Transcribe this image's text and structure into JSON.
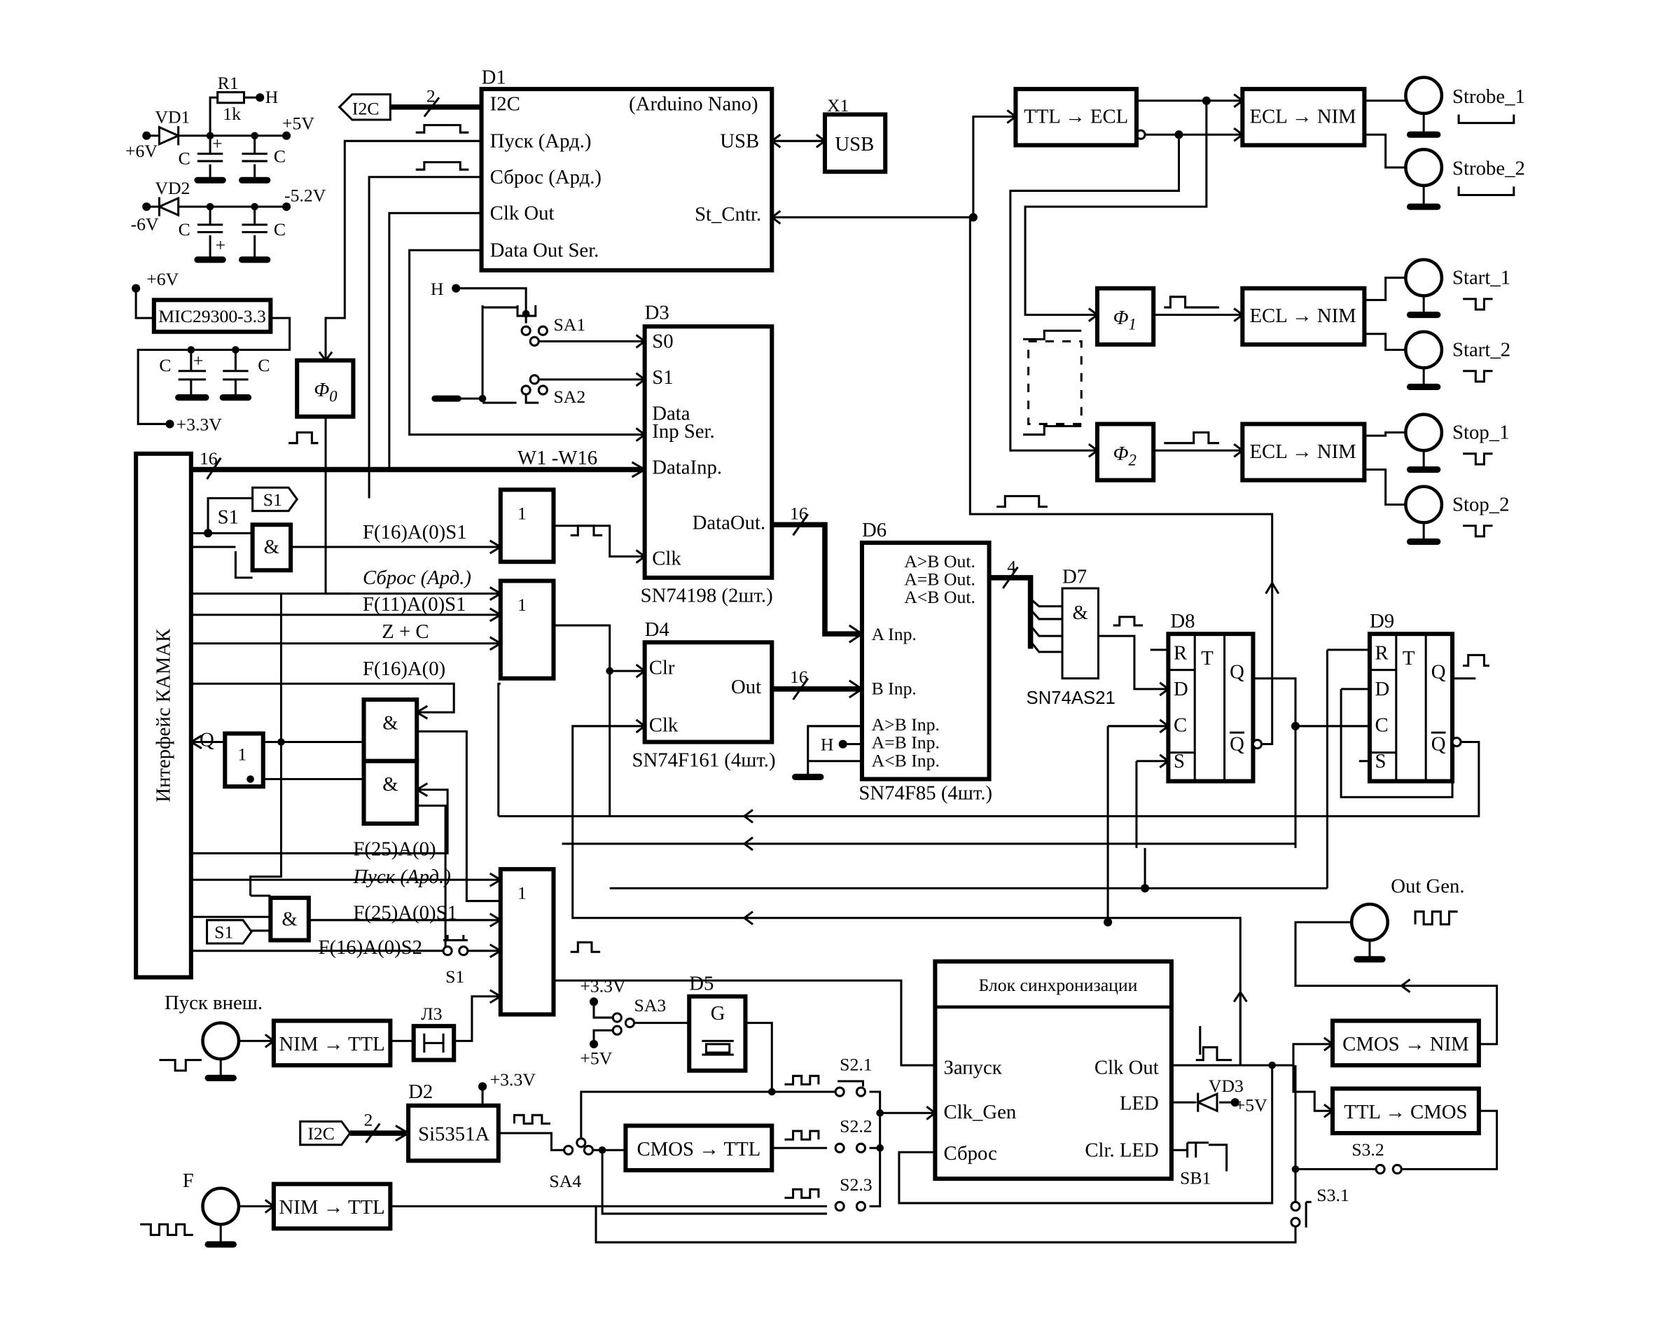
{
  "power": {
    "r1": "R1",
    "r1_value": "1k",
    "h": "H",
    "vd1": "VD1",
    "vd1_in": "+6V",
    "vd1_out": "+5V",
    "vd2": "VD2",
    "vd2_in": "-6V",
    "vd2_out": "-5.2V",
    "cap": "C",
    "plus": "+",
    "reg_in": "+6V",
    "regulator": "MIC29300-3.3",
    "reg_out": "+3.3V"
  },
  "d1": {
    "ref": "D1",
    "i2c": "I2C",
    "model": "(Arduino Nano)",
    "pusk": "Пуск (Ард.)",
    "usb": "USB",
    "sbros": "Сброс (Ард.)",
    "clk_out": "Clk Out",
    "st_cntr": "St_Cntr.",
    "data_out_ser": "Data Out Ser.",
    "i2c_tag": "I2C",
    "bus_width": "2"
  },
  "x1": {
    "ref": "X1",
    "label": "USB"
  },
  "phi0": {
    "label": "Φ",
    "sub": "0"
  },
  "d3": {
    "ref": "D3",
    "s0": "S0",
    "s1": "S1",
    "data": "Data",
    "inp_ser": "Inp Ser.",
    "data_inp": "DataInp.",
    "data_out": "DataOut.",
    "clk": "Clk",
    "part": "SN74198 (2шт.)",
    "sa1": "SA1",
    "sa2": "SA2",
    "h": "H",
    "bus_label": "W1 -W16",
    "bus_width": "16",
    "out_width": "16"
  },
  "kamak": {
    "title": "Интерфейс  КАМАК",
    "bus_width": "16",
    "s1_tag": "S1",
    "s1": "S1",
    "and": "&",
    "or": "1",
    "f16a0s1": "F(16)A(0)S1",
    "sbros_ard": "Сброс (Ард.)",
    "f11a0s1": "F(11)A(0)S1",
    "zc": "Z + C",
    "f16a0": "F(16)A(0)",
    "q": "Q",
    "f25a0": "F(25)A(0)",
    "pusk_ard": "Пуск (Ард.)",
    "f25a0s1": "F(25)A(0)S1",
    "f16a0s2": "F(16)A(0)S2",
    "s1_switch": "S1",
    "s1_tag2": "S1"
  },
  "d4": {
    "ref": "D4",
    "clr": "Clr",
    "out": "Out",
    "clk": "Clk",
    "part": "SN74F161 (4шт.)",
    "out_width": "16"
  },
  "d6": {
    "ref": "D6",
    "agb_out": "A>B Out.",
    "aeb_out": "A=B Out.",
    "alb_out": "A<B Out.",
    "a_inp": "A Inp.",
    "b_inp": "B Inp.",
    "agb_inp": "A>B Inp.",
    "aeb_inp": "A=B Inp.",
    "alb_inp": "A<B Inp.",
    "part": "SN74F85 (4шт.)",
    "h": "H",
    "out_width": "4"
  },
  "d7": {
    "ref": "D7",
    "and": "&",
    "part": "SN74AS21"
  },
  "d8": {
    "ref": "D8",
    "r": "R",
    "t": "T",
    "d": "D",
    "c": "C",
    "s": "S",
    "q": "Q",
    "qn": "Q"
  },
  "d9": {
    "ref": "D9",
    "r": "R",
    "t": "T",
    "d": "D",
    "c": "C",
    "s": "S",
    "q": "Q",
    "qn": "Q"
  },
  "outputs": {
    "ttl_ecl": "TTL → ECL",
    "ecl_nim": "ECL → NIM",
    "phi1": "Φ",
    "phi1_sub": "1",
    "phi2": "Φ",
    "phi2_sub": "2",
    "strobe1": "Strobe_1",
    "strobe2": "Strobe_2",
    "start1": "Start_1",
    "start2": "Start_2",
    "stop1": "Stop_1",
    "stop2": "Stop_2"
  },
  "sync": {
    "title": "Блок синхронизации",
    "zapusk": "Запуск",
    "clk_gen": "Clk_Gen",
    "sbros": "Сброс",
    "clk_out": "Clk Out",
    "led": "LED",
    "clr_led": "Clr. LED",
    "vd3": "VD3",
    "vd3_supply": "+5V",
    "sb1": "SB1"
  },
  "gen_out": {
    "label": "Out Gen.",
    "cmos_nim": "CMOS → NIM",
    "ttl_cmos": "TTL → CMOS",
    "s32": "S3.2",
    "s31": "S3.1"
  },
  "ext_start": {
    "label": "Пуск внеш.",
    "nim_ttl": "NIM → TTL",
    "delay": "Л3"
  },
  "d5": {
    "ref": "D5",
    "g": "G",
    "v33": "+3.3V",
    "v5": "+5V",
    "sa3": "SA3"
  },
  "d2": {
    "ref": "D2",
    "part": "Si5351A",
    "supply": "+3.3V",
    "i2c_tag": "I2C",
    "bus_width": "2",
    "sa4": "SA4"
  },
  "clk_path": {
    "cmos_ttl": "CMOS → TTL",
    "s21": "S2.1",
    "s22": "S2.2",
    "s23": "S2.3"
  },
  "f_in": {
    "label": "F",
    "nim_ttl": "NIM → TTL"
  }
}
